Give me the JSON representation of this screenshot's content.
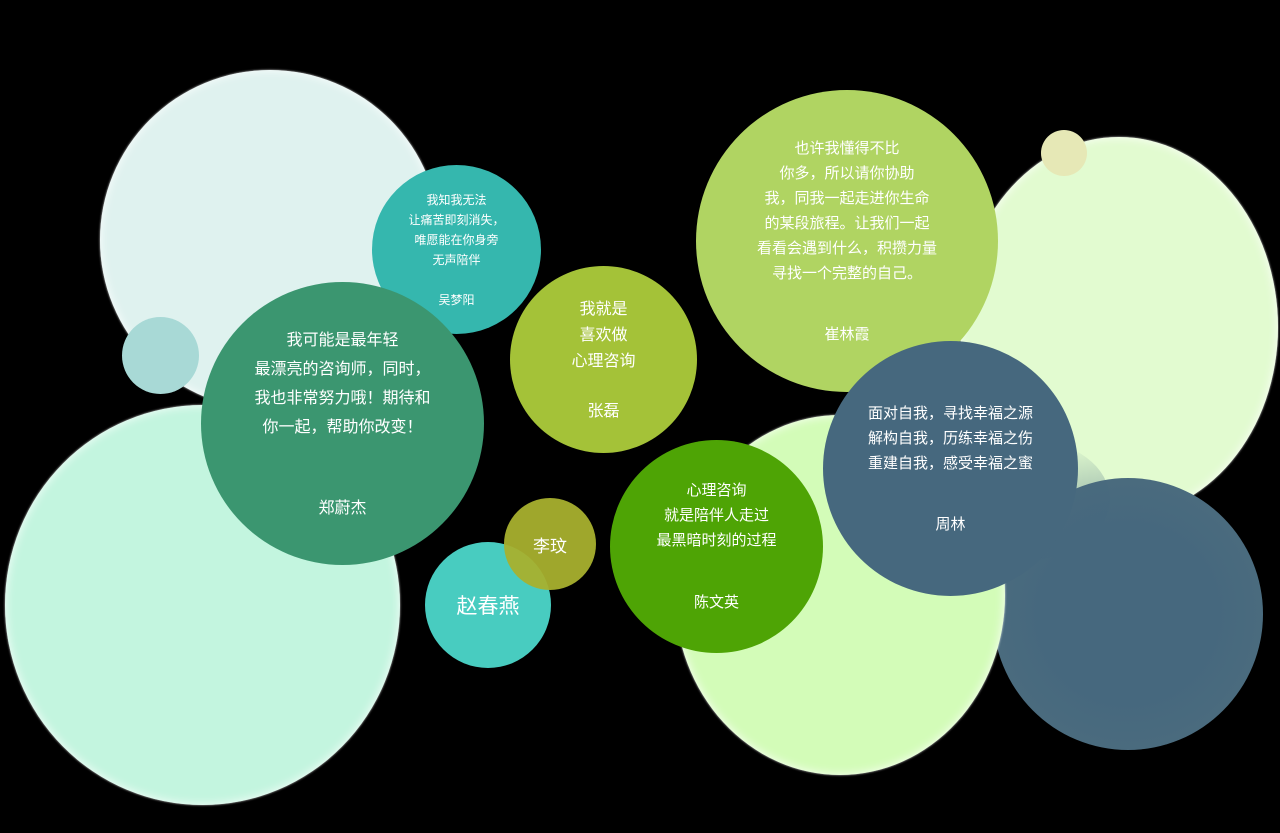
{
  "page": {
    "background": "#000000"
  },
  "decorative_circles": [
    {
      "id": "bg-mint-top",
      "color": "#dff2ef"
    },
    {
      "id": "bg-mint-small",
      "color": "#a8d9d6"
    },
    {
      "id": "bg-mint-bottom",
      "color": "#c3f5df"
    },
    {
      "id": "bg-green-right",
      "color": "#e2fbd0"
    },
    {
      "id": "bg-cream-small",
      "color": "#e6e8b6"
    },
    {
      "id": "bg-green-bottom",
      "color": "#d3fcb8"
    },
    {
      "id": "bg-slate-ring",
      "color": "#46687e"
    }
  ],
  "counselors": [
    {
      "key": "wumengyang",
      "color": "#35b7ae",
      "quote_lines": [
        "我知我无法",
        "让痛苦即刻消失，",
        "唯愿能在你身旁",
        "无声陪伴"
      ],
      "name": "吴梦阳"
    },
    {
      "key": "zhengweijie",
      "color": "#3b9670",
      "quote_lines": [
        "我可能是最年轻",
        "最漂亮的咨询师，同时，",
        "我也非常努力哦！期待和",
        "你一起，帮助你改变！"
      ],
      "name": "郑蔚杰"
    },
    {
      "key": "zhanglei",
      "color": "#a4c238",
      "quote_lines": [
        "我就是",
        "喜欢做",
        "心理咨询"
      ],
      "name": "张磊"
    },
    {
      "key": "cuilinxia",
      "color": "#b0d462",
      "quote_lines": [
        "也许我懂得不比",
        "你多，所以请你协助",
        "我，同我一起走进你生命",
        "的某段旅程。让我们一起",
        "看看会遇到什么，积攒力量",
        "寻找一个完整的自己。"
      ],
      "name": "崔林霞"
    },
    {
      "key": "zhoulin",
      "color": "#46687e",
      "quote_lines": [
        "面对自我，寻找幸福之源",
        "解构自我，历练幸福之伤",
        "重建自我，感受幸福之蜜"
      ],
      "name": "周林"
    },
    {
      "key": "chenwenying",
      "color": "#4ea405",
      "quote_lines": [
        "心理咨询",
        "就是陪伴人走过",
        "最黑暗时刻的过程"
      ],
      "name": "陈文英"
    },
    {
      "key": "zhaochunyan",
      "color": "#48ccc0",
      "quote_lines": [],
      "name": "赵春燕"
    },
    {
      "key": "liwen",
      "color": "#a8b02e",
      "quote_lines": [],
      "name": "李玟"
    }
  ]
}
